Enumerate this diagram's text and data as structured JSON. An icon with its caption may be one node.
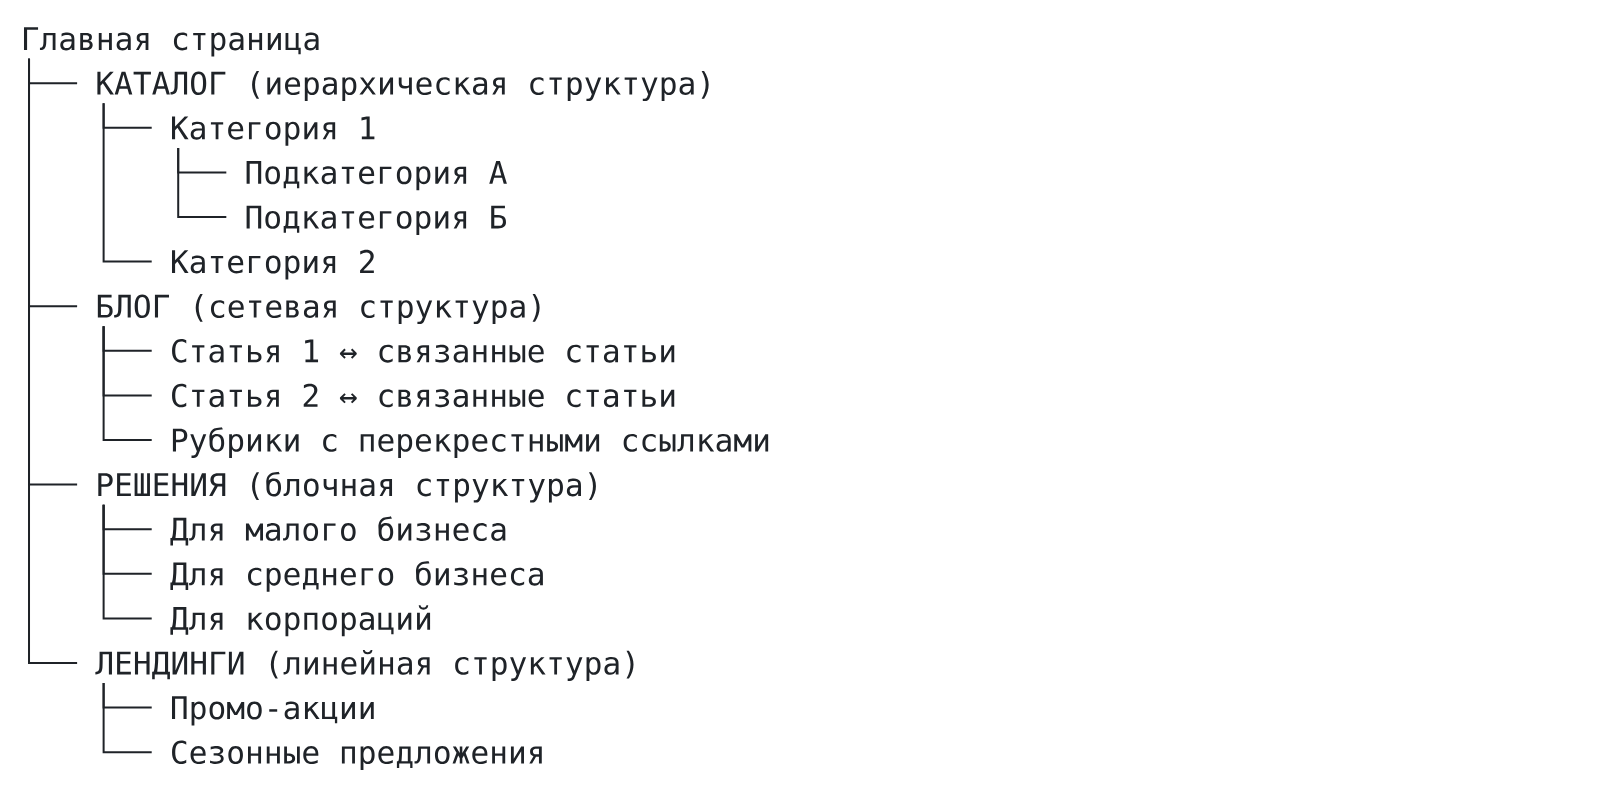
{
  "diagram": {
    "nodes": [
      {
        "text": [
          "Главная страница"
        ]
      },
      {
        "text": [
          "КАТАЛОГ (иерархическая структура)"
        ]
      },
      {
        "text": [
          "Категория 1"
        ]
      },
      {
        "text": [
          "Подкатегория А"
        ]
      },
      {
        "text": [
          "Подкатегория Б"
        ]
      },
      {
        "text": [
          "Категория 2"
        ]
      },
      {
        "text": [
          "БЛОГ (сетевая структура)"
        ]
      },
      {
        "text": [
          "Статья 1 ↔ связанные статьи"
        ]
      },
      {
        "text": [
          "Статья 2 ↔ связанные статьи"
        ]
      },
      {
        "text": [
          "Рубрики с перекрестными ссылками"
        ]
      },
      {
        "text": [
          "РЕШЕНИЯ (блочная структура)"
        ]
      },
      {
        "text": [
          "Для малого бизнеса"
        ]
      },
      {
        "text": [
          "Для среднего бизнеса"
        ]
      },
      {
        "text": [
          "Для корпораций"
        ]
      },
      {
        "text": [
          "ЛЕНДИНГИ (линейная структура)"
        ]
      },
      {
        "text": [
          "Промо-акции"
        ]
      },
      {
        "text": [
          "Сезонные предложения"
        ]
      }
    ],
    "edges": [
      {
        "from": 0,
        "to": 1,
        "arrow": "none"
      },
      {
        "from": 1,
        "to": 2,
        "arrow": "none"
      },
      {
        "from": 2,
        "to": 3,
        "arrow": "none"
      },
      {
        "from": 2,
        "to": 4,
        "arrow": "none"
      },
      {
        "from": 1,
        "to": 5,
        "arrow": "none"
      },
      {
        "from": 0,
        "to": 6,
        "arrow": "none"
      },
      {
        "from": 6,
        "to": 7,
        "arrow": "none"
      },
      {
        "from": 6,
        "to": 8,
        "arrow": "none"
      },
      {
        "from": 6,
        "to": 9,
        "arrow": "none"
      },
      {
        "from": 0,
        "to": 10,
        "arrow": "none"
      },
      {
        "from": 10,
        "to": 11,
        "arrow": "none"
      },
      {
        "from": 10,
        "to": 12,
        "arrow": "none"
      },
      {
        "from": 10,
        "to": 13,
        "arrow": "none"
      },
      {
        "from": 0,
        "to": 14,
        "arrow": "none"
      },
      {
        "from": 14,
        "to": 15,
        "arrow": "none"
      },
      {
        "from": 14,
        "to": 16,
        "arrow": "none"
      }
    ]
  }
}
